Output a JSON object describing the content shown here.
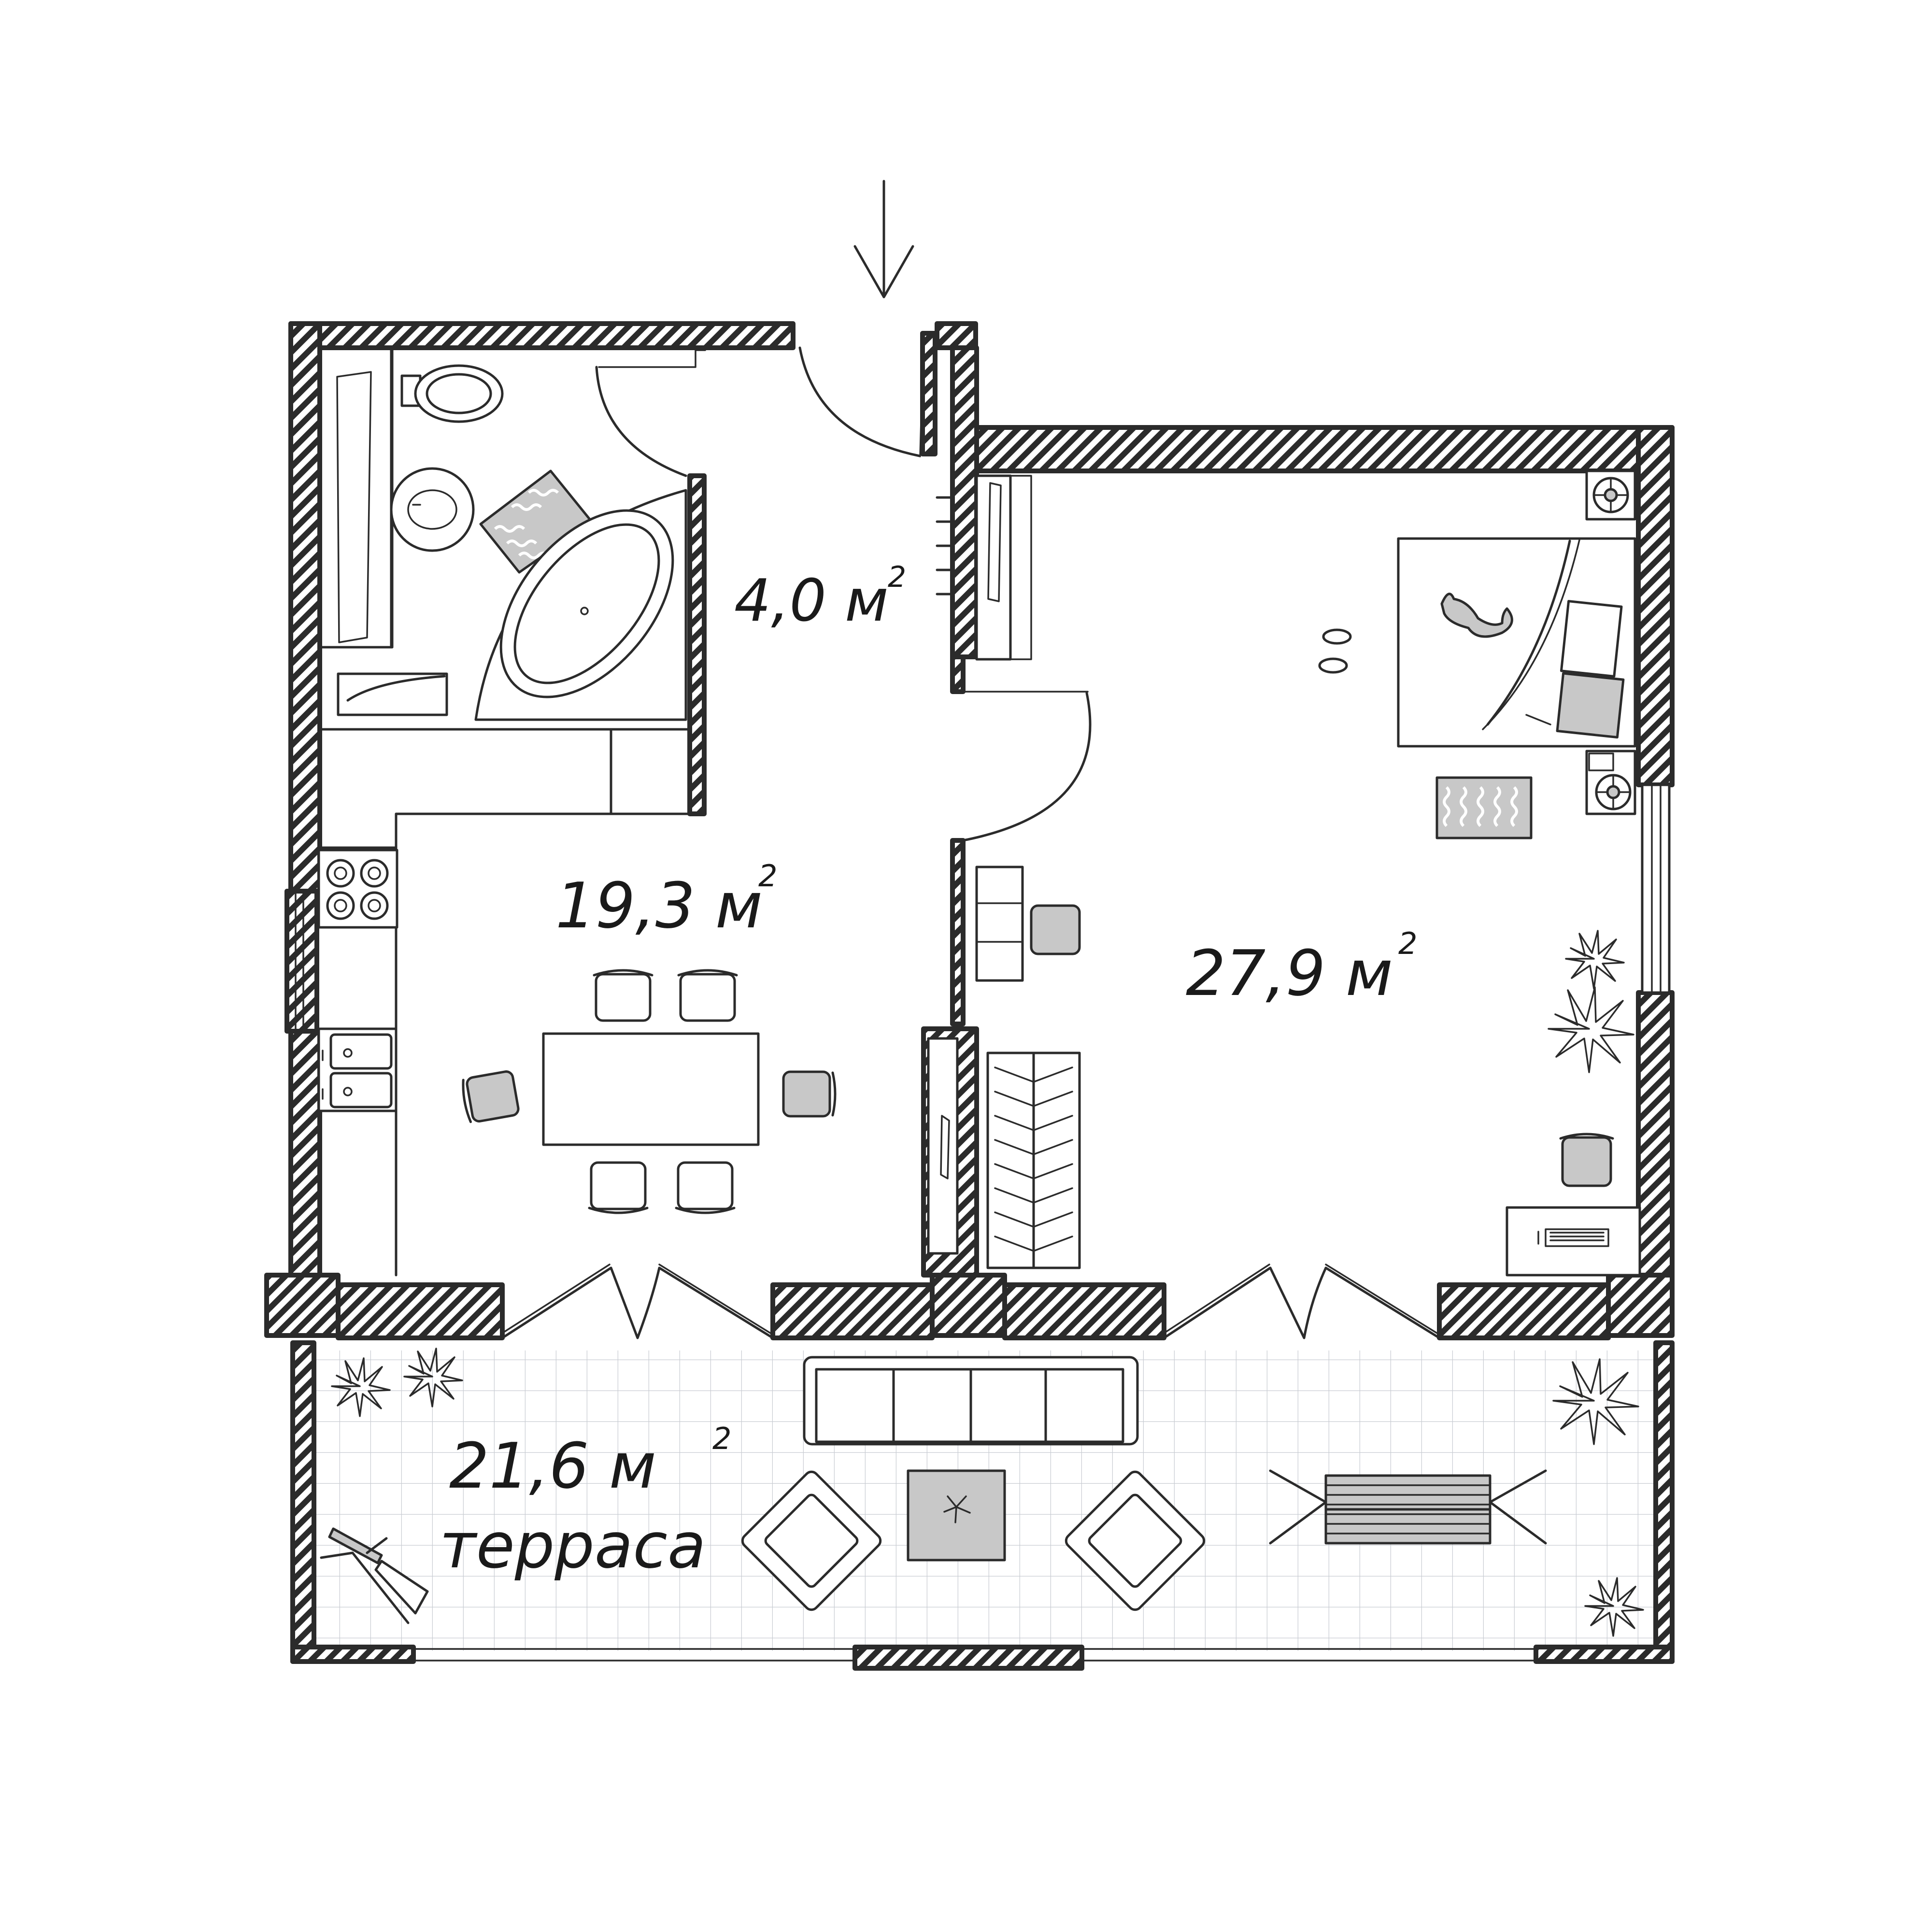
{
  "rooms": {
    "bathroom": {
      "area": "4,0 м",
      "unit_power": "2"
    },
    "kitchen": {
      "area": "19,3 м",
      "unit_power": "2"
    },
    "bedroom": {
      "area": "27,9 м",
      "unit_power": "2"
    },
    "terrace": {
      "area": "21,6 м",
      "unit_power": "2",
      "name": "терраса"
    }
  },
  "entrance": {
    "icon": "arrow-down-icon"
  },
  "colors": {
    "wall": "#2b2b2b",
    "furniture_accent": "#c8c8c8",
    "terrace_tile": "#c9cdd3"
  }
}
